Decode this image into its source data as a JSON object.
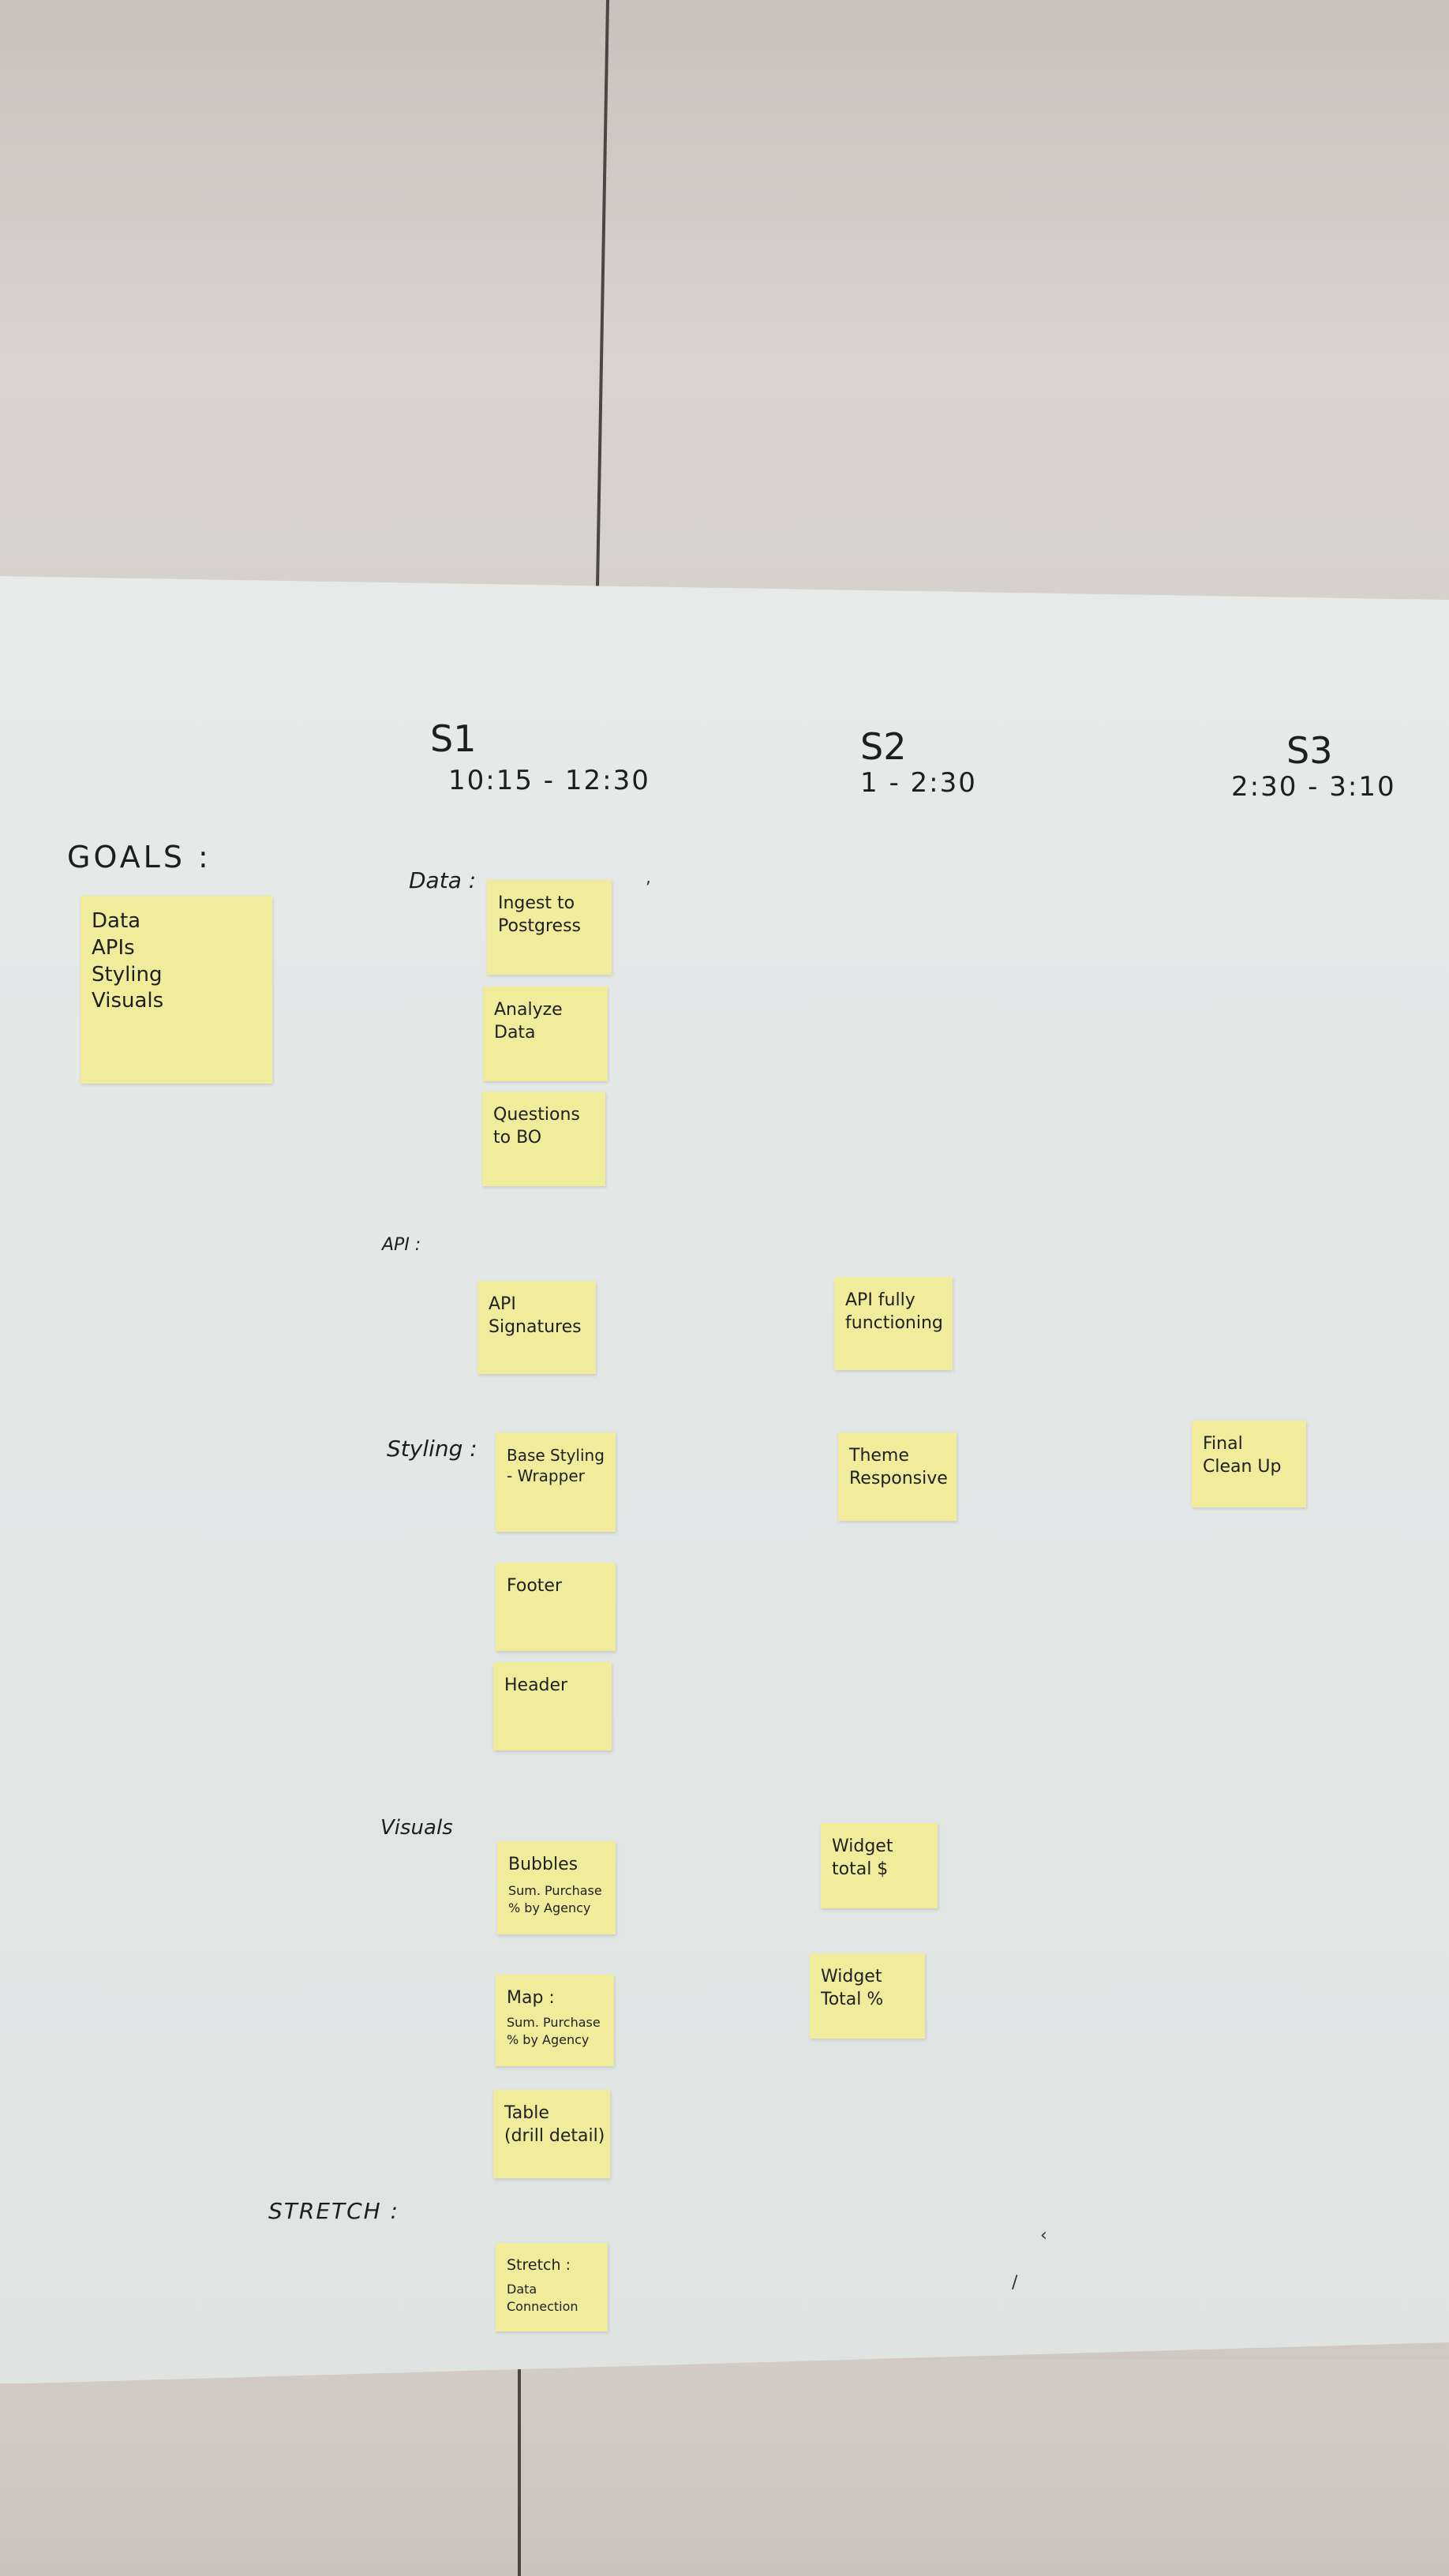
{
  "columns": {
    "s1": {
      "title": "S1",
      "time": "10:15 - 12:30"
    },
    "s2": {
      "title": "S2",
      "time": "1 - 2:30"
    },
    "s3": {
      "title": "S3",
      "time": "2:30 - 3:10"
    }
  },
  "goals": {
    "heading": "GOALS :",
    "note": "Data\nAPIs\nStyling\nVisuals"
  },
  "rows": {
    "data": {
      "label": "Data :",
      "notes": [
        "Ingest to\nPostgress",
        "Analyze\nData",
        "Questions\nto BO"
      ]
    },
    "api": {
      "label": "API :",
      "s1": "API\nSignatures",
      "s2": "API fully\nfunctioning"
    },
    "styling": {
      "label": "Styling :",
      "s1": [
        "Base Styling\n- Wrapper",
        "Footer",
        "Header"
      ],
      "s2": "Theme\nResponsive",
      "s3": "Final\nClean Up"
    },
    "visuals": {
      "label": "Visuals",
      "s1": [
        {
          "title": "Bubbles",
          "sub": "Sum. Purchase\n% by Agency"
        },
        {
          "title": "Map :",
          "sub": "Sum. Purchase\n% by Agency"
        },
        {
          "title": "Table\n(drill detail)",
          "sub": ""
        }
      ],
      "s2": [
        "Widget\ntotal $",
        "Widget\nTotal %"
      ]
    },
    "stretch": {
      "label": "STRETCH :",
      "note_title": "Stretch :",
      "note_sub": "Data\nConnection"
    }
  },
  "colors": {
    "sticky_note": "#f1ec9b",
    "paper": "#e4e8e7",
    "wall": "#d4cec8",
    "ink": "#1e1e1e"
  }
}
